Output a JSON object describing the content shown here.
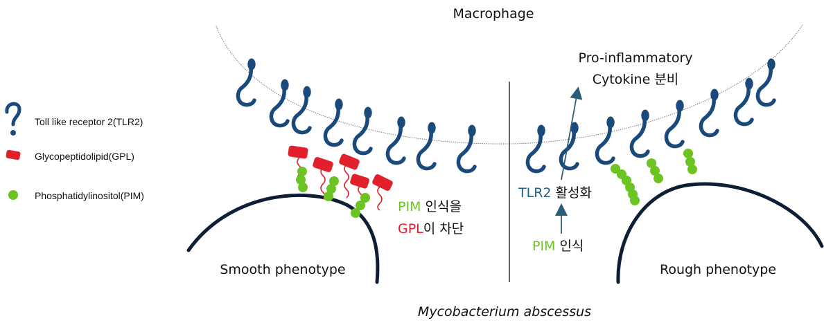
{
  "colors": {
    "receptor": "#1a4a7c",
    "gpl": "#e2202b",
    "pim": "#6cc423",
    "tlr2_text": "#1f5c86",
    "bacterium": "#0d1e36",
    "arrow": "#2b5d79"
  },
  "title": "Macrophage",
  "legend": {
    "tlr2": {
      "icon": "tlr2-receptor-icon",
      "label": "Toll like receptor 2(TLR2)"
    },
    "gpl": {
      "icon": "gpl-lipid-icon",
      "label": "Glycopeptidolipid(GPL)"
    },
    "pim": {
      "icon": "pim-bead-icon",
      "label": "Phosphatidylinositol(PIM)"
    }
  },
  "smooth": {
    "label": "Smooth phenotype",
    "note_line1_green": "PIM",
    "note_line1_rest": " 인식을",
    "note_line2_red": "GPL",
    "note_line2_rest": "이 차단"
  },
  "rough": {
    "label": "Rough phenotype",
    "cytokine_line1": "Pro-inflammatory",
    "cytokine_line2": "Cytokine 분비",
    "activation_tlr2": "TLR2",
    "activation_rest": " 활성화",
    "pim_green": "PIM",
    "pim_rest": " 인식"
  },
  "species": "Mycobacterium abscessus"
}
